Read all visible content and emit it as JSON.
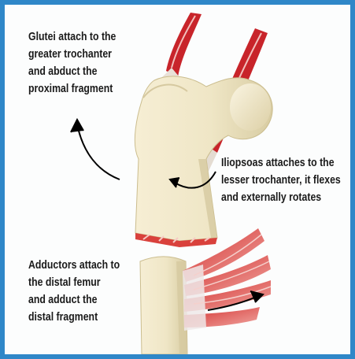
{
  "annotations": {
    "glutei": "Glutei attach to the\ngreater trochanter\nand abduct the\nproximal fragment",
    "iliopsoas": "Iliopsoas attaches to the\nlesser trochanter, it flexes\nand externally rotates",
    "adductors": "Adductors attach to\nthe distal femur\nand adduct the\ndistal fragment"
  },
  "colors": {
    "border": "#2f87c8",
    "bone": "#efe6c6",
    "bone_shadow": "#d6c9a0",
    "muscle": "#c8242a",
    "muscle_light": "#e88b86",
    "arrow": "#000000"
  },
  "icons": [
    "curved-arrow-icon"
  ]
}
